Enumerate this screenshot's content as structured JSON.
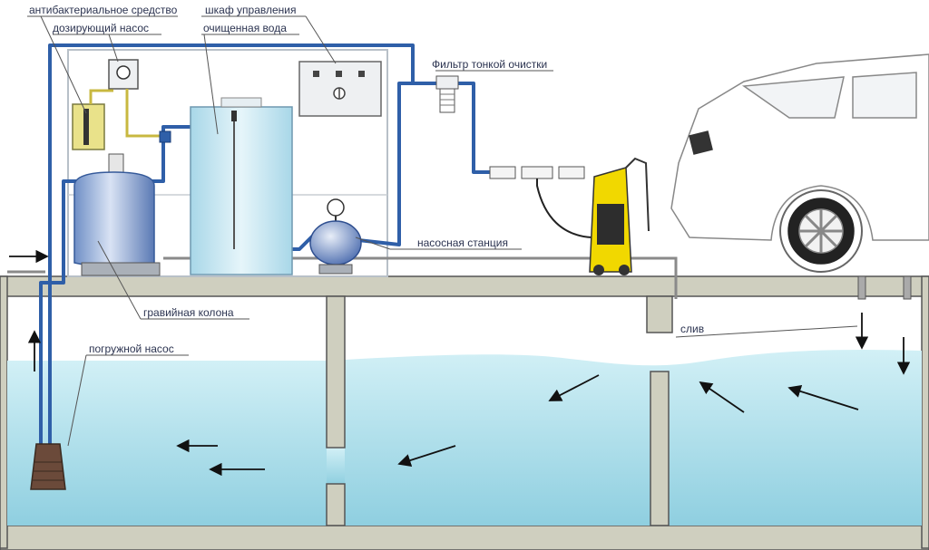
{
  "labels": {
    "antibacterial_agent": "антибактериальное средство",
    "dosing_pump": "дозирующий насос",
    "control_cabinet": "шкаф управления",
    "purified_water": "очищенная вода",
    "fine_filter": "Фильтр тонкой очистки",
    "pump_station": "насосная станция",
    "gravel_column": "гравийная колона",
    "submersible_pump": "погружной насос",
    "drain": "слив"
  },
  "colors": {
    "water": "#bfe6ef",
    "water_deep": "#8fcfe0",
    "concrete": "#cfcfbf",
    "concrete_edge": "#555555",
    "pipe": "#2f5fa8",
    "pipe_gray": "#8a8a8a",
    "antibacterial_fluid": "#e9e28a",
    "washer_yellow": "#f1d800"
  },
  "icons": {
    "flow_arrow": "arrow-icon",
    "control_buttons": "button-icon"
  }
}
